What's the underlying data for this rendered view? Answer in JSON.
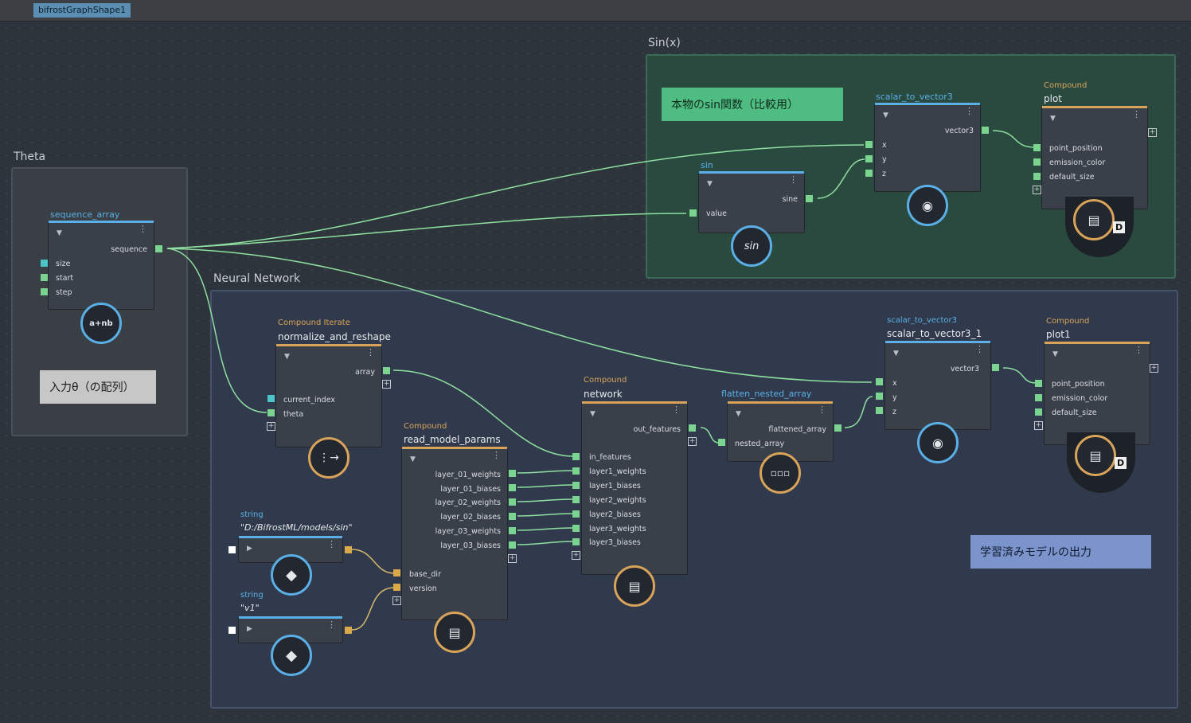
{
  "tab": {
    "label": "bifrostGraphShape1"
  },
  "backdrops": {
    "theta": "Theta",
    "sinx": "Sin(x)",
    "neural": "Neural Network"
  },
  "notes": {
    "theta_input": "入力θ（の配列）",
    "sin_real": "本物のsin関数（比較用）",
    "model_output": "学習済みモデルの出力"
  },
  "nodes": {
    "sequence_array": {
      "title": "sequence_array",
      "out": "sequence",
      "inputs": [
        "size",
        "start",
        "step"
      ],
      "icon_text": "a+nb"
    },
    "sin": {
      "title": "sin",
      "out": "sine",
      "input": "value",
      "icon_text": "sin"
    },
    "scalar_to_vector3": {
      "title": "scalar_to_vector3",
      "out": "vector3",
      "inputs": [
        "x",
        "y",
        "z"
      ]
    },
    "plot": {
      "subtitle": "Compound",
      "title": "plot",
      "inputs": [
        "point_position",
        "emission_color",
        "default_size"
      ],
      "badge": "D"
    },
    "normalize": {
      "subtitle": "Compound Iterate",
      "title": "normalize_and_reshape",
      "out": "array",
      "inputs": [
        "current_index",
        "theta"
      ]
    },
    "read_params": {
      "subtitle": "Compound",
      "title": "read_model_params",
      "outputs": [
        "layer_01_weights",
        "layer_01_biases",
        "layer_02_weights",
        "layer_02_biases",
        "layer_03_weights",
        "layer_03_biases"
      ],
      "inputs": [
        "base_dir",
        "version"
      ]
    },
    "string1": {
      "subtitle": "string",
      "title": "\"D:/BifrostML/models/sin\""
    },
    "string2": {
      "subtitle": "string",
      "title": "\"v1\""
    },
    "network": {
      "subtitle": "Compound",
      "title": "network",
      "out": "out_features",
      "inputs": [
        "in_features",
        "layer1_weights",
        "layer1_biases",
        "layer2_weights",
        "layer2_biases",
        "layer3_weights",
        "layer3_biases"
      ]
    },
    "flatten": {
      "title": "flatten_nested_array",
      "out": "flattened_array",
      "input": "nested_array"
    },
    "stv3_1": {
      "subtitle": "scalar_to_vector3",
      "title": "scalar_to_vector3_1",
      "out": "vector3",
      "inputs": [
        "x",
        "y",
        "z"
      ]
    },
    "plot1": {
      "subtitle": "Compound",
      "title": "plot1",
      "inputs": [
        "point_position",
        "emission_color",
        "default_size"
      ],
      "badge": "D"
    }
  },
  "colors": {
    "blue_accent": "#5ab0e6",
    "orange_accent": "#d9a45a",
    "wire": "#8fe0a0",
    "sin_backdrop": "#2a4a40",
    "nn_backdrop": "#303a4c"
  }
}
